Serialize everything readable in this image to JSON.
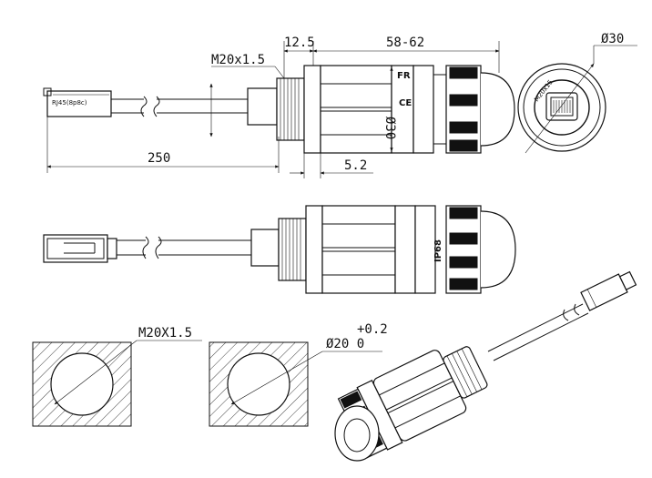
{
  "dimensions": {
    "thread_top": "M20x1.5",
    "flange": "12.5",
    "body_length": "58-62",
    "body_dia": "Ø30",
    "cable_length": "250",
    "gap": "5.2",
    "front_dia": "Ø30",
    "front_thread": "M20x15",
    "cutout_thread": "M20X1.5",
    "cutout_hole": "Ø20 0",
    "cutout_tol": "+0.2"
  },
  "markings": {
    "plug_label": "RJ45(8p8c)",
    "mark_ce": "CE",
    "mark_fr": "FR",
    "mark_ip": "IP68"
  }
}
